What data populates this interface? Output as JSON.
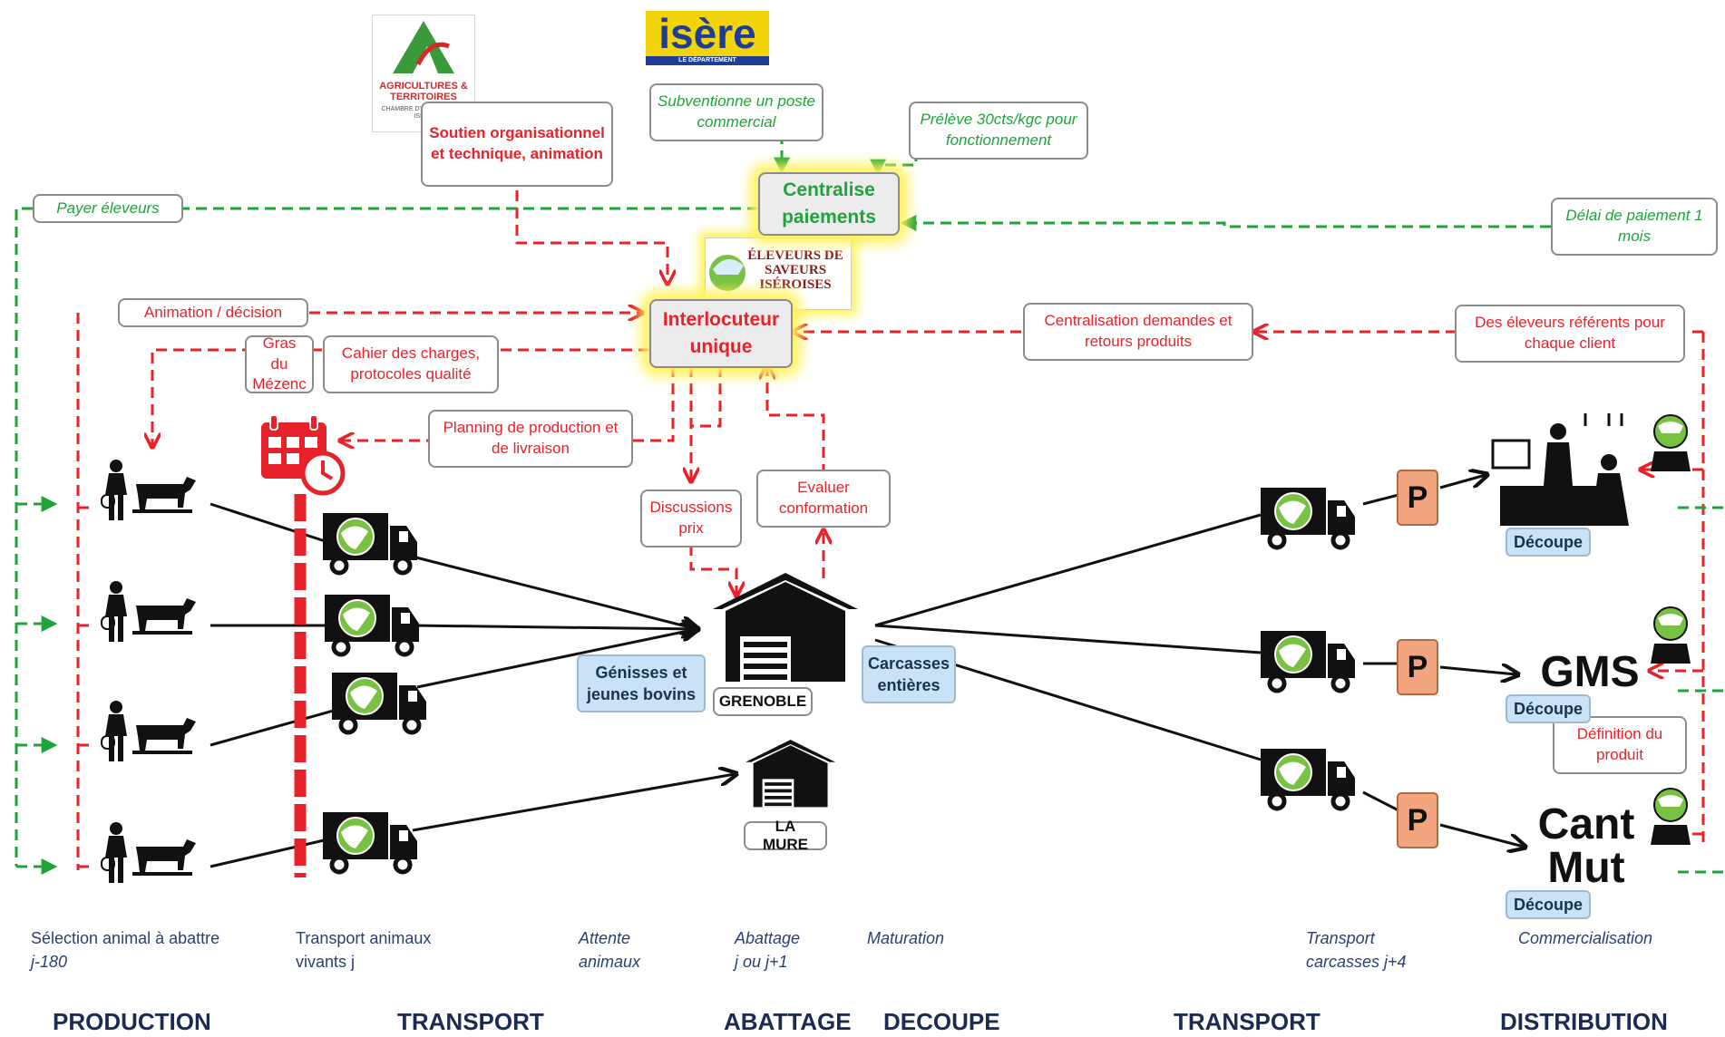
{
  "logos": {
    "isere": {
      "name": "isère",
      "sub": "LE DÉPARTEMENT"
    },
    "agri": {
      "line1": "AGRICULTURES & TERRITOIRES",
      "line2": "CHAMBRE D'AGRICULTURE ISÈRE"
    },
    "eleveurs": {
      "text": "ÉLEVEURS DE SAVEURS ISÉROISES"
    }
  },
  "boxes": {
    "centralise": "Centralise paiements",
    "interlocuteur": "Interlocuteur unique",
    "soutien": "Soutien organisationnel et technique, animation",
    "subventionne": "Subventionne un poste commercial",
    "preleve": "Prélève 30cts/kgc pour fonctionnement",
    "payer": "Payer éleveurs",
    "delai": "Délai de paiement 1 mois",
    "animation": "Animation / décision",
    "gras": "Gras du Mézenc",
    "cahier": "Cahier des charges, protocoles qualité",
    "planning": "Planning de production et de livraison",
    "discussions": "Discussions prix",
    "evaluer": "Evaluer conformation",
    "centralisation": "Centralisation demandes et retours produits",
    "referents": "Des éleveurs référents pour chaque client",
    "definition": "Définition du produit",
    "genisses": "Génisses et jeunes bovins",
    "grenoble": "GRENOBLE",
    "lamure": "LA MURE",
    "carcasses": "Carcasses entières",
    "decoupe1": "Découpe",
    "decoupe2": "Découpe",
    "decoupe3": "Découpe"
  },
  "outlets": {
    "gms": "GMS",
    "cant": "Cant",
    "mut": "Mut",
    "parking": "P"
  },
  "captions": {
    "c1a": "Sélection animal à abattre",
    "c1b": "j-180",
    "c2a": "Transport animaux",
    "c2b": "vivants j",
    "c3a": "Attente",
    "c3b": "animaux",
    "c4a": "Abattage",
    "c4b": "j ou j+1",
    "c5": "Maturation",
    "c6a": "Transport",
    "c6b": "carcasses j+4",
    "c7": "Commercialisation"
  },
  "stages": {
    "production": "PRODUCTION",
    "transport1": "TRANSPORT",
    "abattage": "ABATTAGE",
    "decoupe": "DECOUPE",
    "transport2": "TRANSPORT",
    "distribution": "DISTRIBUTION"
  },
  "colors": {
    "red": "#e8222a",
    "green": "#1fa33b",
    "black": "#111111",
    "truck_green": "#79c142",
    "glow": "#fff25a"
  }
}
